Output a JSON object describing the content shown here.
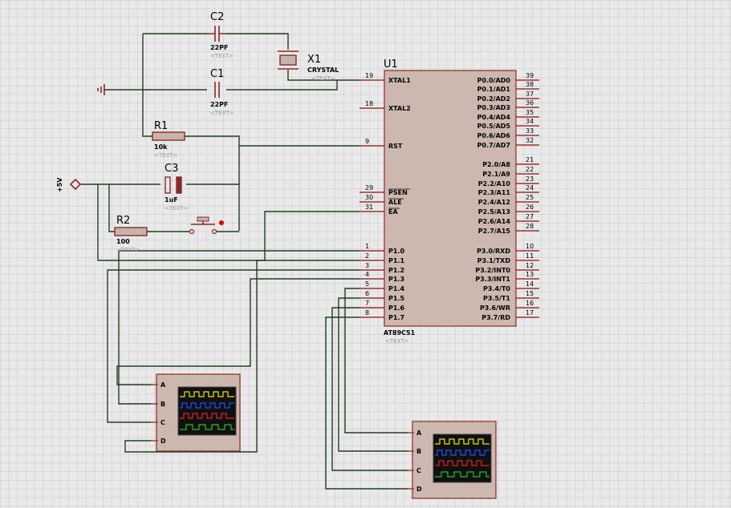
{
  "schematic": {
    "u1": {
      "ref": "U1",
      "part": "AT89C51",
      "template": "<TEXT>",
      "left_pins": [
        {
          "num": "19",
          "label": "XTAL1"
        },
        {
          "num": "18",
          "label": "XTAL2"
        },
        {
          "num": "9",
          "label": "RST"
        },
        {
          "num": "29",
          "label": "PSEN"
        },
        {
          "num": "30",
          "label": "ALE"
        },
        {
          "num": "31",
          "label": "EA"
        },
        {
          "num": "1",
          "label": "P1.0"
        },
        {
          "num": "2",
          "label": "P1.1"
        },
        {
          "num": "3",
          "label": "P1.2"
        },
        {
          "num": "4",
          "label": "P1.3"
        },
        {
          "num": "5",
          "label": "P1.4"
        },
        {
          "num": "6",
          "label": "P1.5"
        },
        {
          "num": "7",
          "label": "P1.6"
        },
        {
          "num": "8",
          "label": "P1.7"
        }
      ],
      "right_pins": [
        {
          "num": "39",
          "label": "P0.0/AD0"
        },
        {
          "num": "38",
          "label": "P0.1/AD1"
        },
        {
          "num": "37",
          "label": "P0.2/AD2"
        },
        {
          "num": "36",
          "label": "P0.3/AD3"
        },
        {
          "num": "35",
          "label": "P0.4/AD4"
        },
        {
          "num": "34",
          "label": "P0.5/AD5"
        },
        {
          "num": "33",
          "label": "P0.6/AD6"
        },
        {
          "num": "32",
          "label": "P0.7/AD7"
        },
        {
          "num": "21",
          "label": "P2.0/A8"
        },
        {
          "num": "22",
          "label": "P2.1/A9"
        },
        {
          "num": "23",
          "label": "P2.2/A10"
        },
        {
          "num": "24",
          "label": "P2.3/A11"
        },
        {
          "num": "25",
          "label": "P2.4/A12"
        },
        {
          "num": "26",
          "label": "P2.5/A13"
        },
        {
          "num": "27",
          "label": "P2.6/A14"
        },
        {
          "num": "28",
          "label": "P2.7/A15"
        },
        {
          "num": "10",
          "label": "P3.0/RXD"
        },
        {
          "num": "11",
          "label": "P3.1/TXD"
        },
        {
          "num": "12",
          "label": "P3.2/INT0"
        },
        {
          "num": "13",
          "label": "P3.3/INT1"
        },
        {
          "num": "14",
          "label": "P3.4/T0"
        },
        {
          "num": "15",
          "label": "P3.5/T1"
        },
        {
          "num": "16",
          "label": "P3.6/WR"
        },
        {
          "num": "17",
          "label": "P3.7/RD"
        }
      ]
    },
    "c2": {
      "ref": "C2",
      "value": "22PF",
      "template": "<TEXT>"
    },
    "c1": {
      "ref": "C1",
      "value": "22PF",
      "template": "<TEXT>"
    },
    "x1": {
      "ref": "X1",
      "value": "CRYSTAL",
      "template": "<TEXT>"
    },
    "r1": {
      "ref": "R1",
      "value": "10k",
      "template": "<TEXT>"
    },
    "c3": {
      "ref": "C3",
      "value": "1uF",
      "template": "<TEXT>"
    },
    "r2": {
      "ref": "R2",
      "value": "100",
      "template": "<TEXT>"
    },
    "power": {
      "label": "+5V"
    },
    "scope1": {
      "channels": [
        "A",
        "B",
        "C",
        "D"
      ]
    },
    "scope2": {
      "channels": [
        "A",
        "B",
        "C",
        "D"
      ]
    },
    "colors": {
      "background": "#e9e9e9",
      "grid": "#c6c6c6",
      "wire": "#1f3f1f",
      "component": "#8a2a28",
      "body": "#cdb8b0",
      "scope_screen": "#101010",
      "trace_a": "#e8e800",
      "trace_b": "#2050ff",
      "trace_c": "#e02020",
      "trace_d": "#20c020"
    }
  }
}
